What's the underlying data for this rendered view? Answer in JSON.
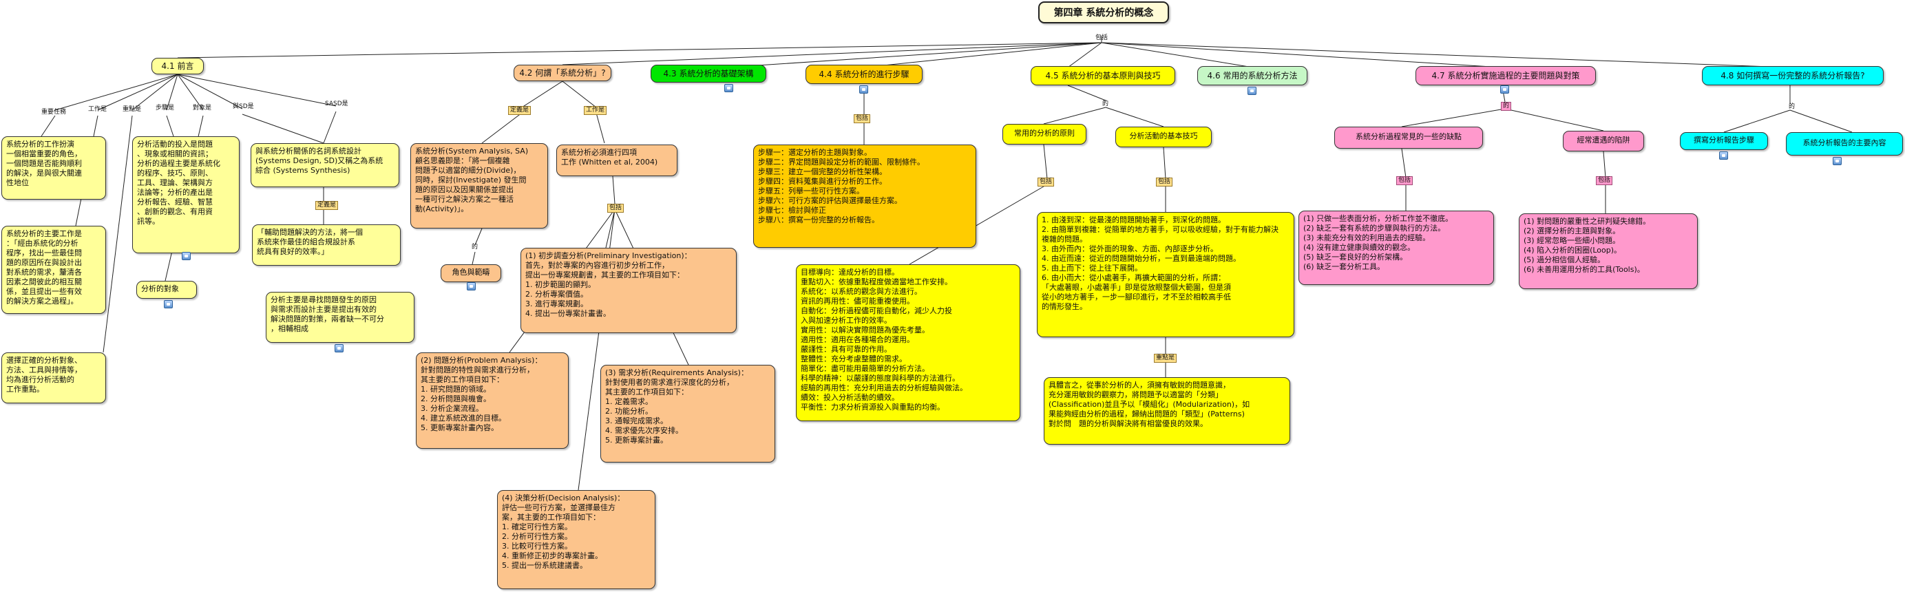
{
  "title": "第四章 系統分析的概念",
  "labels": {
    "root_include": "包括",
    "t1_1": "重要任務",
    "t1_2": "工作是",
    "t1_3": "重點是",
    "t1_4": "步驟是",
    "t1_5": "對象是",
    "t1_6": "與SD是",
    "t1_7": "SASD是",
    "sasd_def": "定義是",
    "t2_def": "定義是",
    "t2_work": "工作是",
    "t2_of": "的",
    "t2_include": "包括",
    "t4_include": "包括",
    "t5_of": "的",
    "t5_a_include": "包括",
    "t5_b_include": "包括",
    "t5_b_focus": "重點是",
    "t7_of": "的",
    "t7_a_include": "包括",
    "t7_b_include": "包括",
    "t8_of": "的"
  },
  "topics": {
    "t1": "4.1 前言",
    "t2": "4.2 何謂「系統分析」?",
    "t3": "4.3 系統分析的基礎架構",
    "t4": "4.4 系統分析的進行步驟",
    "t5": "4.5 系統分析的基本原則與技巧",
    "t6": "4.6 常用的系統分析方法",
    "t7": "4.7 系統分析實施過程的主要問題與對策",
    "t8": "4.8 如何撰寫一份完整的系統分析報告?"
  },
  "nodes": {
    "n1a": [
      "系統分析的工作扮演",
      "一個相當重要的角色，",
      "一個問題是否能夠順利",
      "的解決，是與很大關連",
      "性地位"
    ],
    "n1b": [
      "系統分析的主要工作是",
      "：「經由系統化的分析",
      "程序，找出一些最佳問",
      "題的原因所在與設計出",
      "對系統的需求，釐清各",
      "因素之間彼此的相互關",
      "係，並且提出一些有效",
      "的解決方案之過程」。"
    ],
    "n1c": [
      "選擇正確的分析對象、",
      "方法、工具與排情等，",
      "均為進行分析活動的",
      "工作重點。"
    ],
    "n1d": [
      "分析活動的投入是問題",
      "、現象或相關的資訊；",
      "分析的過程主要是系統化",
      "的程序、技巧、原則、",
      "工具、理論、架構與方",
      "法論等；分析的產出是",
      "分析報告、經驗、智慧",
      "、創新的觀念、有用資",
      "訊等。"
    ],
    "n1e": [
      "分析的對象"
    ],
    "n1f": [
      "與系統分析關係的名詞系統設計",
      "(Systems Design, SD)又稱之為系統",
      "綜合 (Systems Synthesis)"
    ],
    "n1g": [
      "「輔助問題解決的方法，將一個",
      "系統來作最佳的組合規設計系",
      "統具有良好的效率。」"
    ],
    "n1h": [
      "分析主要是尋找問題發生的原因",
      "與需求而設計主要是提出有效的",
      "解決問題的對策，兩者缺一不可分",
      "，相輔相成"
    ],
    "n2a": [
      "系統分析(System Analysis, SA)",
      "顧名思義即是：「將一個複雜",
      "問題予以適當的細分(Divide)，",
      "同時，探討(Investigate) 發生問",
      "題的原因以及因果關係並提出",
      "一種可行之解決方案之一種活",
      "動(Activity)」。"
    ],
    "n2b": [
      "角色與範疇"
    ],
    "n2c": [
      "系統分析必須進行四項",
      "工作 (Whitten et al, 2004)"
    ],
    "n2d": [
      "(1) 初步調查分析(Preliminary Investigation)：",
      "首先，對於專案的內容進行初步分析工作，",
      "提出一份專案規劃書，其主要的工作項目如下：",
      "1. 初步範圍的顯判。",
      "2. 分析專案價值。",
      "3. 進行專案規劃。",
      "4. 提出一份專案計畫書。"
    ],
    "n2e": [
      "(2) 問題分析(Problem Analysis)：",
      "針對問題的特性與需求進行分析，",
      "其主要的工作項目如下：",
      "1. 研究問題的領域。",
      "2. 分析問題與機會。",
      "3. 分析企業流程。",
      "4. 建立系統改進的目標。",
      "5. 更新專案計畫內容。"
    ],
    "n2f": [
      "(3) 需求分析(Requirements Analysis)：",
      "針對使用者的需求進行深度化的分析，",
      "其主要的工作項目如下：",
      "1. 定義需求。",
      "2. 功能分析。",
      "3. 通報完成需求。",
      "4. 需求優先次序安排。",
      "5. 更新專案計畫。"
    ],
    "n2g": [
      "(4) 決策分析(Decision Analysis)：",
      "評估一些可行方案，並選擇最佳方",
      "案，其主要的工作項目如下：",
      "1. 確定可行性方案。",
      "2. 分析可行性方案。",
      "3. 比較可行性方案。",
      "4. 重新修正初步的專案計畫。",
      "5. 提出一份系統建議書。"
    ],
    "n4a": [
      "步驟一：選定分析的主題與對象。",
      "步驟二：界定問題與設定分析的範圍、限制條件。",
      "步驟三：建立一個完整的分析性架構。",
      "步驟四：資料蒐集與進行分析的工作。",
      "步驟五：列舉一些可行性方案。",
      "步驟六：可行方案的評估與選擇最佳方案。",
      "步驟七：檢討與修正",
      "步驟八：撰寫一份完整的分析報告。"
    ],
    "n5a": [
      "常用的分析的原則"
    ],
    "n5b": [
      "分析活動的基本技巧"
    ],
    "n5c": [
      "目標導向：達成分析的目標。",
      "重點切入：依據重點程度做適當地工作安排。",
      "系統化：以系統的觀念與方法進行。",
      "資訊的再用性：儘可能重複使用。",
      "自動化：分析過程儘可能自動化，減少人力投",
      "入與加速分析工作的效率。",
      "實用性：以解決實際問題為優先考量。",
      "適用性：適用在各種場合的運用。",
      "嚴謹性：具有可靠的作用。",
      "整體性：充分考慮整體的需求。",
      "簡單化：盡可能用最簡單的分析方法。",
      "科學的精神：以嚴謹的態度與科學的方法進行。",
      "經驗的再用性：充分利用過去的分析經驗與做法。",
      "續效：投入分析活動的續效。",
      "平衡性：力求分析資源投入與重點的均衡。"
    ],
    "n5d": [
      "1. 由淺到深：從最淺的問題開始著手，到深化的問題。",
      "2. 由簡單到複雜：從簡單的地方著手，可以吸收經驗，對于有能力解決",
      "複雜的問題。",
      "3. 由外而內：從外面的現象、方面、內部逐步分析。",
      "4. 由近而遠：從近的問題開始分析，一直到最遠端的問題。",
      "5. 由上而下：從上往下展開。",
      "6. 由小而大：從小處著手，再擴大範圍的分析，所謂：",
      "「大處著眼，小處著手」即是從放眼整個大範圍，但是須",
      "從小的地方著手，一步一腳印進行，才不至於相較高手低",
      "的情形發生。"
    ],
    "n5e": [
      "具體言之，從事於分析的人，須擁有敏銳的問題意識，",
      "充分運用敏銳的觀察力，將問題予以適當的「分類」",
      "(Classification)並且予以「模組化」(Modularization)，如",
      "果能夠經由分析的過程，歸納出問題的「類型」(Patterns)",
      "對於問　題的分析與解決將有相當優良的效果。"
    ],
    "n7a": [
      "系統分析過程常見的一些的缺點"
    ],
    "n7b": [
      "經常遭遇的陷阱"
    ],
    "n7c": [
      "(1) 只做一些表面分析，分析工作並不徹底。",
      "(2) 缺乏一套有系統的步驟與執行的方法。",
      "(3) 未能充分有效的利用過去的經驗。",
      "(4) 沒有建立健康與續效的觀念。",
      "(5) 缺乏一套良好的分析架構。",
      "(6) 缺乏一套分析工具。"
    ],
    "n7d": [
      "(1) 對問題的嚴重性之研判疑失總錯。",
      "(2) 選擇分析的主題與對象。",
      "(3) 經常忽略一些細小問題。",
      "(4) 陷入分析的困圈(Loop)。",
      "(5) 過分相信個人經驗。",
      "(6) 未善用運用分析的工具(Tools)。"
    ],
    "n8a": [
      "撰寫分析報告步驟"
    ],
    "n8b": [
      "系統分析報告的主要內容"
    ]
  },
  "colors": {
    "yellow_light": "#ffff99",
    "yellow": "#ffff00",
    "orange_light": "#fcc48c",
    "orange": "#ffcc00",
    "green": "#00e600",
    "green_light": "#c6f7c6",
    "pink": "#ff99cc",
    "cyan": "#00ffff"
  },
  "icon": "image-icon"
}
